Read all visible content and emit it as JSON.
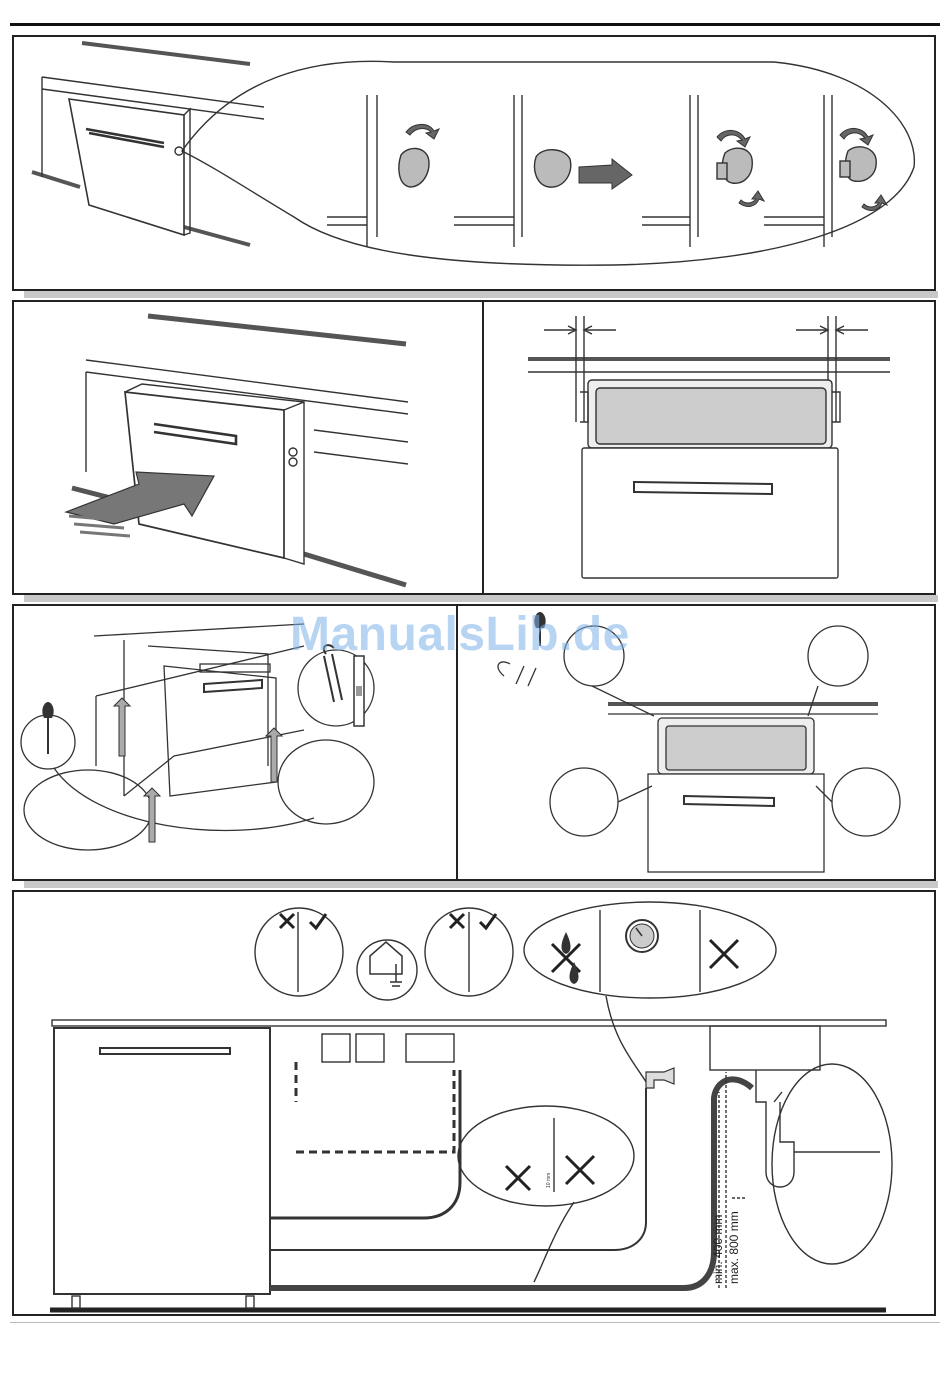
{
  "watermark": "ManualsLib.de",
  "drain_height": {
    "min_label": "min. 400 mm",
    "max_label": "max. 800 mm"
  },
  "hose_bend": {
    "label": "10 mm"
  },
  "icons": [
    "arrow-icon",
    "check-icon",
    "cross-icon",
    "pressure-gauge-icon",
    "ground-symbol-icon",
    "water-drop-icon",
    "screwdriver-icon",
    "pliers-icon",
    "spirit-level-icon"
  ],
  "colors": {
    "line": "#222222",
    "panel_shadow": "#c8c8c8",
    "watermark": "#7fb2ea"
  }
}
